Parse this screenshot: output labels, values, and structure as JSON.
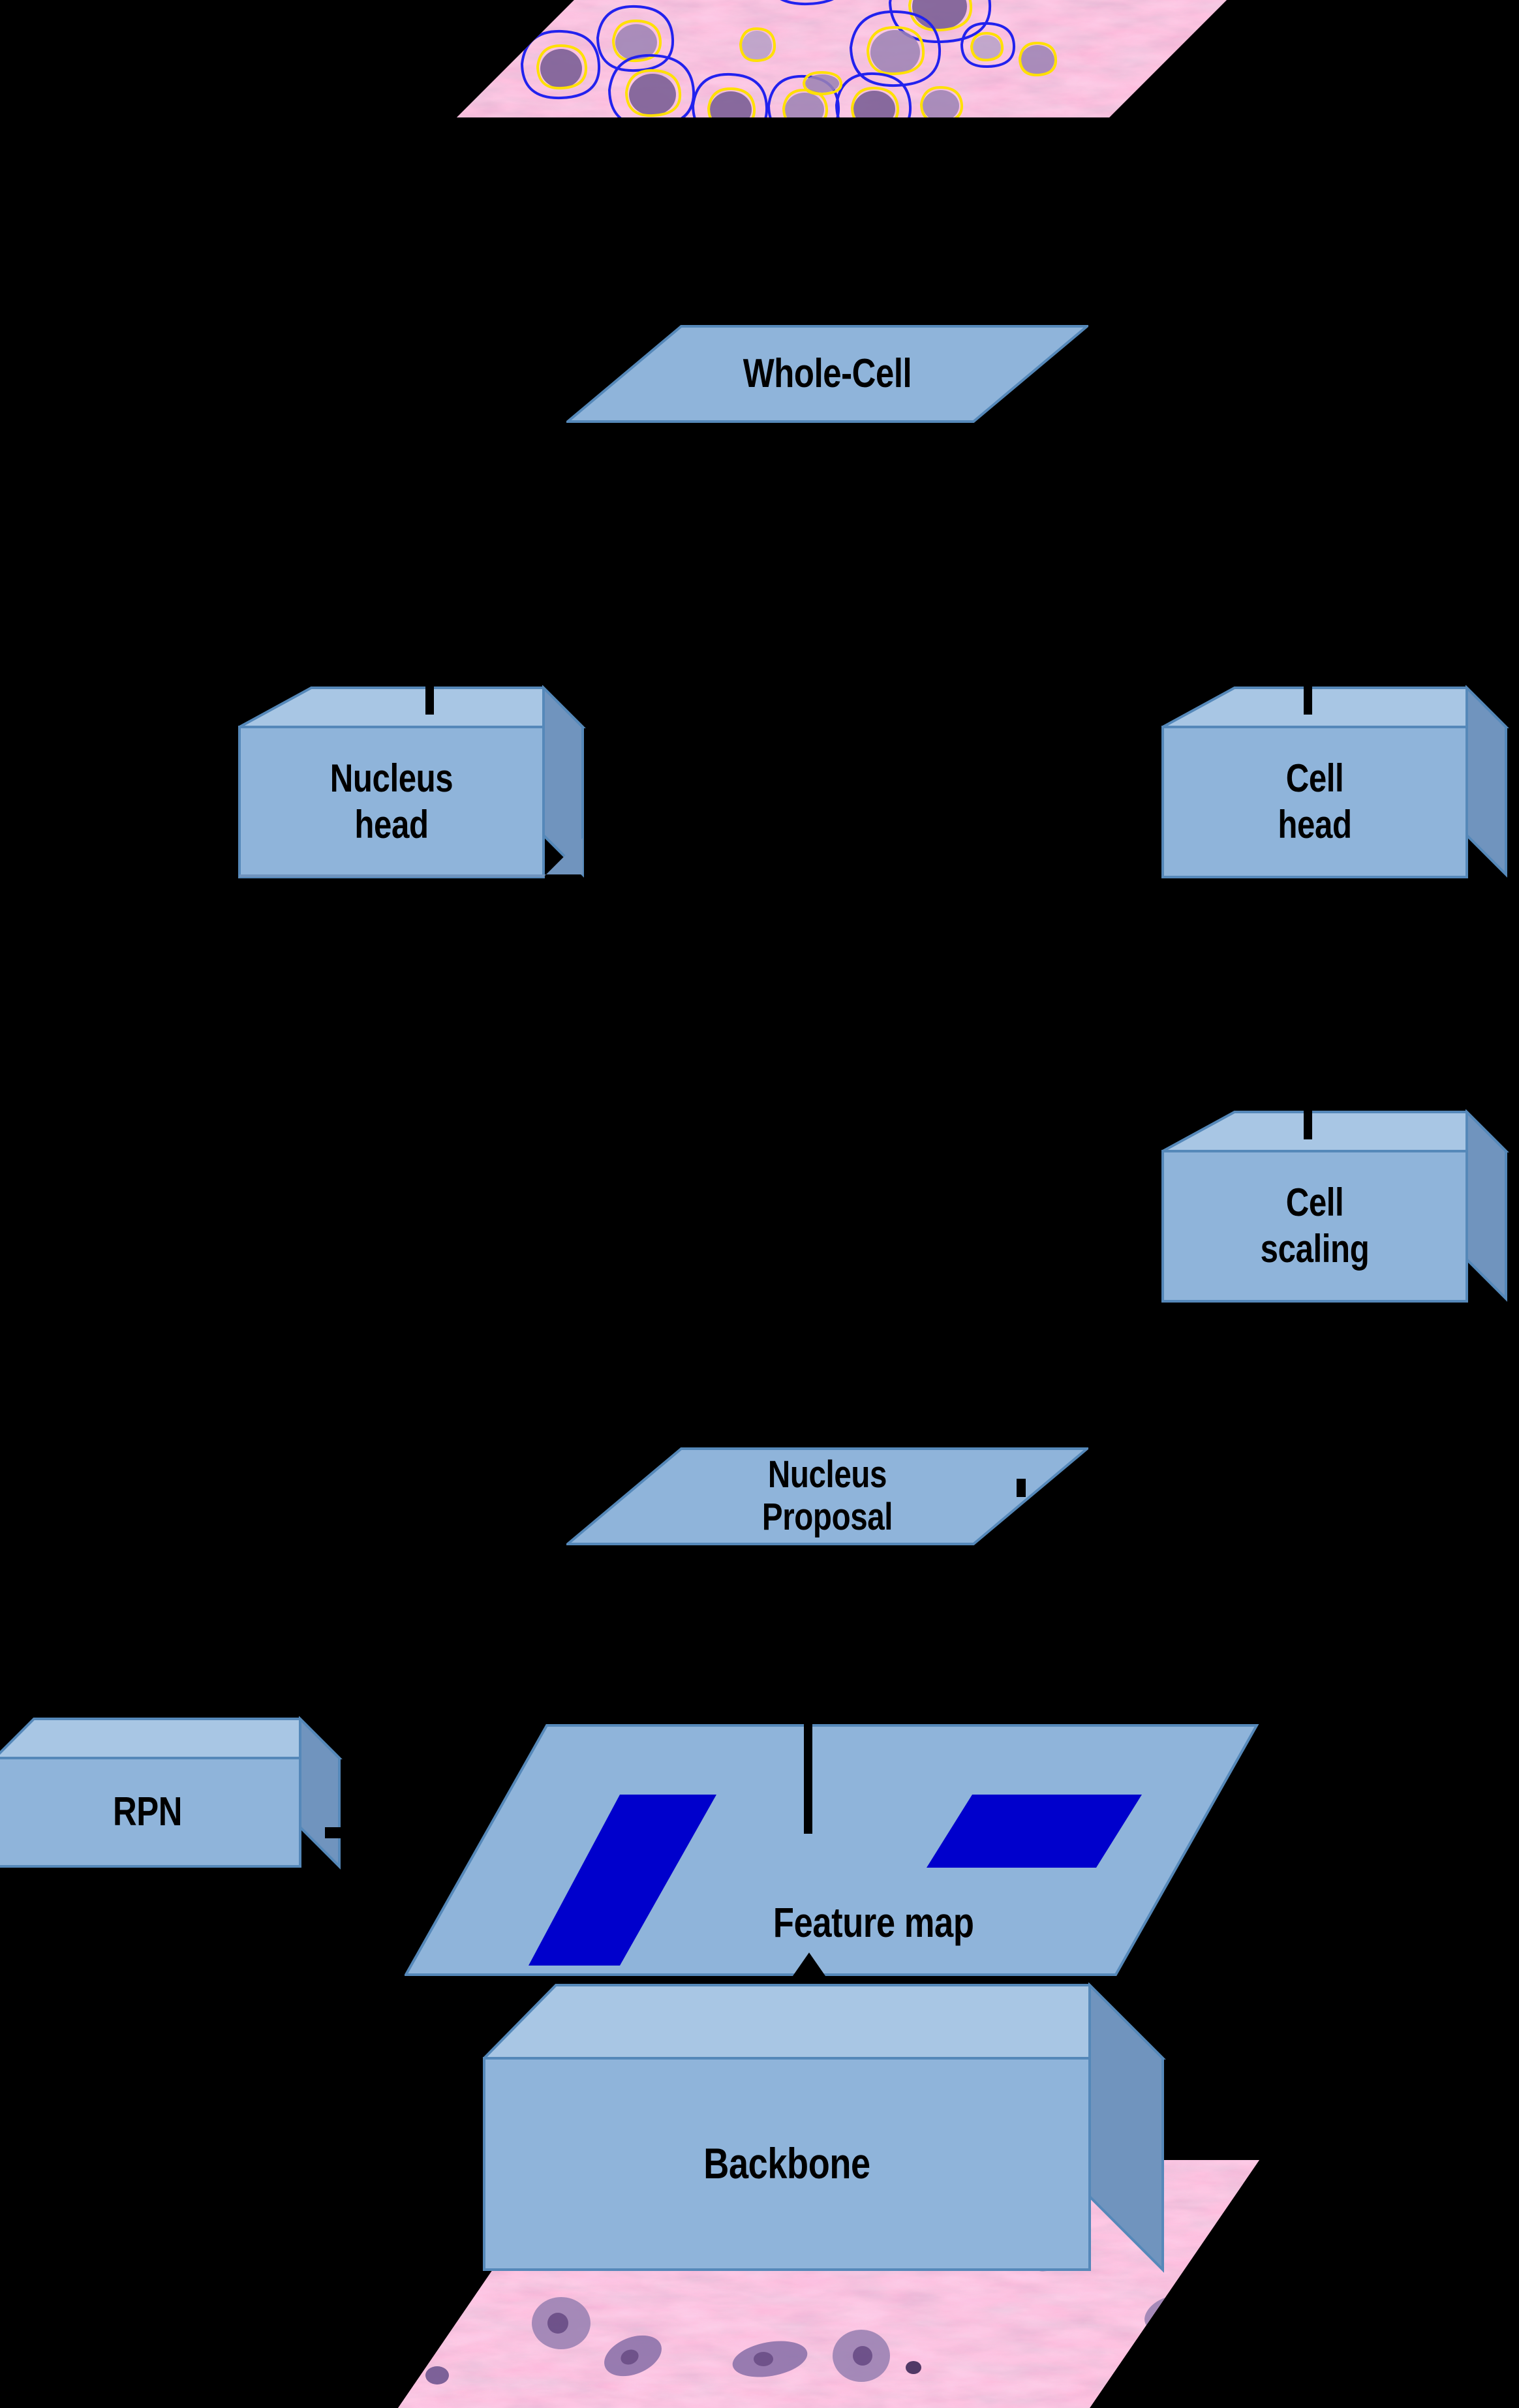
{
  "diagram": {
    "title": "Cell and nucleus instance segmentation network architecture",
    "background_color": "#000000",
    "accent_fill": "#8FB4DA",
    "accent_top": "#A8C6E4",
    "accent_side": "#7094BE",
    "accent_border": "#5588B9",
    "roi_color": "#0000CC",
    "cell_contour_color": "#2222EE",
    "nucleus_contour_color": "#FFE000"
  },
  "nodes": {
    "output_image": {
      "name": "annotated-histology-output",
      "kind": "image-slab",
      "caption": ""
    },
    "whole_cell": {
      "name": "whole-cell",
      "kind": "slab",
      "label": "Whole-Cell"
    },
    "nucleus_head": {
      "name": "nucleus-head",
      "kind": "box",
      "label": "Nucleus\nhead"
    },
    "cell_head": {
      "name": "cell-head",
      "kind": "box",
      "label": "Cell\nhead"
    },
    "cell_scaling": {
      "name": "cell-scaling",
      "kind": "box",
      "label": "Cell\nscaling"
    },
    "nucleus_proposal": {
      "name": "nucleus-proposal",
      "kind": "slab",
      "label": "Nucleus\nProposal"
    },
    "rpn": {
      "name": "rpn",
      "kind": "box",
      "label": "RPN"
    },
    "feature_map": {
      "name": "feature-map",
      "kind": "slab",
      "label": "Feature  map",
      "roi_regions": [
        {
          "name": "roi-narrow-left",
          "color": "#0000CC"
        },
        {
          "name": "roi-wide-right",
          "color": "#0000CC"
        }
      ]
    },
    "backbone": {
      "name": "backbone",
      "kind": "box",
      "label": "Backbone"
    },
    "input_image": {
      "name": "input-histology-slab",
      "kind": "image-slab",
      "caption": ""
    }
  },
  "edges": [
    {
      "name": "edge-backbone-to-feature-map",
      "from": "backbone",
      "to": "feature_map",
      "arrow": true
    },
    {
      "name": "edge-rpn-to-feature-map",
      "from": "rpn",
      "to": "feature_map",
      "arrow": true
    },
    {
      "name": "edge-feature-map-to-nucleus-proposal",
      "from": "feature_map",
      "to": "nucleus_proposal",
      "arrow": false
    },
    {
      "name": "edge-nucleus-proposal-to-nucleus-head",
      "from": "nucleus_proposal",
      "to": "nucleus_head",
      "arrow": false
    },
    {
      "name": "edge-nucleus-proposal-to-cell-scaling",
      "from": "nucleus_proposal",
      "to": "cell_scaling",
      "arrow": false
    },
    {
      "name": "edge-cell-scaling-to-cell-head",
      "from": "cell_scaling",
      "to": "cell_head",
      "arrow": false
    },
    {
      "name": "edge-nucleus-head-to-whole-cell",
      "from": "nucleus_head",
      "to": "whole_cell",
      "arrow": false
    },
    {
      "name": "edge-cell-head-to-whole-cell",
      "from": "cell_head",
      "to": "whole_cell",
      "arrow": false
    }
  ]
}
